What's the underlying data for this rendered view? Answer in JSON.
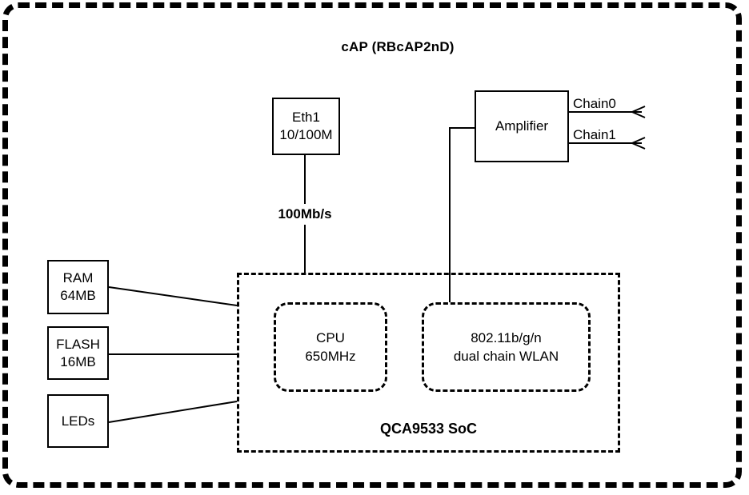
{
  "diagram": {
    "title": "cAP (RBcAP2nD)",
    "eth1": {
      "line1": "Eth1",
      "line2": "10/100M"
    },
    "speed_label": "100Mb/s",
    "amplifier": {
      "label": "Amplifier"
    },
    "chains": [
      {
        "label": "Chain0"
      },
      {
        "label": "Chain1"
      }
    ],
    "ram": {
      "line1": "RAM",
      "line2": "64MB"
    },
    "flash": {
      "line1": "FLASH",
      "line2": "16MB"
    },
    "leds": {
      "label": "LEDs"
    },
    "soc": {
      "label": "QCA9533 SoC",
      "cpu": {
        "line1": "CPU",
        "line2": "650MHz"
      },
      "wlan": {
        "line1": "802.11b/g/n",
        "line2": "dual chain WLAN"
      }
    },
    "colors": {
      "line": "#000000",
      "background": "#ffffff"
    }
  }
}
